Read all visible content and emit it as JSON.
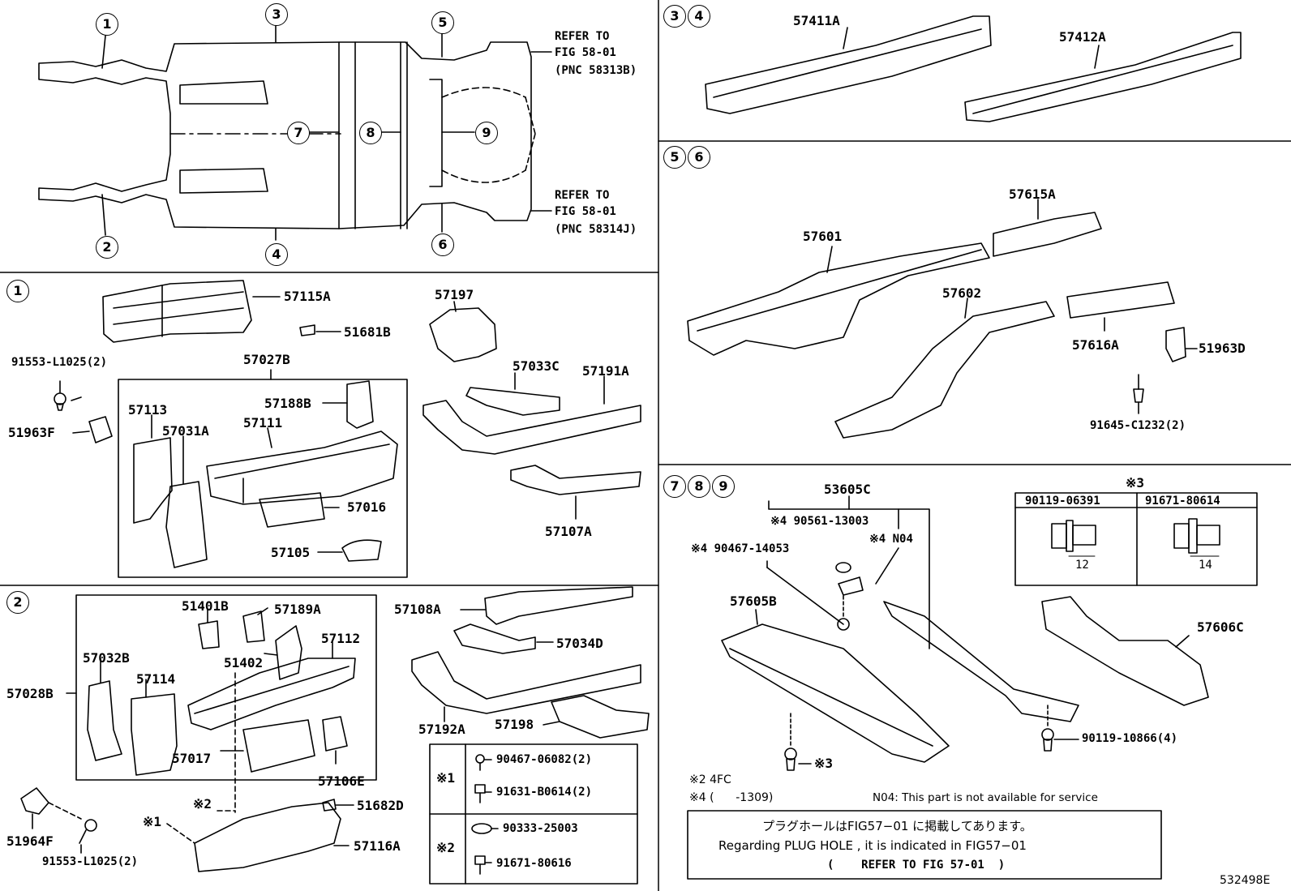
{
  "overview": {
    "callouts": [
      "1",
      "2",
      "3",
      "4",
      "5",
      "6",
      "7",
      "8",
      "9"
    ],
    "refer_upper": [
      "REFER TO",
      "FIG 58-01",
      "(PNC 58313B)"
    ],
    "refer_lower": [
      "REFER TO",
      "FIG 58-01",
      "(PNC 58314J)"
    ]
  },
  "section1": {
    "marker": [
      "1"
    ],
    "parts": {
      "p57115A": "57115A",
      "p51681B": "51681B",
      "p57197": "57197",
      "p91553a": "91553-L1025(2)",
      "p57027B": "57027B",
      "p51963F": "51963F",
      "p57113": "57113",
      "p57188B": "57188B",
      "p57031A": "57031A",
      "p57111": "57111",
      "p57033C": "57033C",
      "p57191A": "57191A",
      "p57016": "57016",
      "p57105": "57105",
      "p57107A": "57107A"
    }
  },
  "section2": {
    "marker": [
      "2"
    ],
    "parts": {
      "p51401B": "51401B",
      "p57189A": "57189A",
      "p57112": "57112",
      "p57032B": "57032B",
      "p51402": "51402",
      "p57114": "57114",
      "p57028B": "57028B",
      "p57017": "57017",
      "p57106E": "57106E",
      "p51682D": "51682D",
      "p57116A": "57116A",
      "p51964F": "51964F",
      "p91553b": "91553-L1025(2)",
      "p57108A": "57108A",
      "p57034D": "57034D",
      "p57192A": "57192A",
      "p57198": "57198",
      "x2": "※2",
      "x1": "※1"
    },
    "legend": {
      "k1": "※1",
      "k2": "※2",
      "r1": "90467-06082(2)",
      "r2": "91631-B0614(2)",
      "r3": "90333-25003",
      "r4": "91671-80616"
    }
  },
  "section34": {
    "marker": [
      "3",
      "4"
    ],
    "parts": {
      "p57411A": "57411A",
      "p57412A": "57412A"
    }
  },
  "section56": {
    "marker": [
      "5",
      "6"
    ],
    "parts": {
      "p57615A": "57615A",
      "p57601": "57601",
      "p57602": "57602",
      "p57616A": "57616A",
      "p51963D": "51963D",
      "p91645": "91645-C1232(2)"
    }
  },
  "section789": {
    "marker": [
      "7",
      "8",
      "9"
    ],
    "parts": {
      "p53605C": "53605C",
      "p90561": "※4 90561-13003",
      "pN04": "※4 N04",
      "p90467": "※4 90467-14053",
      "p57605B": "57605B",
      "p57606C": "57606C",
      "p90119b": "90119-10866(4)",
      "x3": "※3"
    },
    "bolt_table": {
      "ref": "※3",
      "col1": "90119-06391",
      "col2": "91671-80614",
      "dim1": "12",
      "dim2": "14"
    },
    "notes": {
      "n1": "※2 4FC",
      "n2": "※4 (      -1309)",
      "n3": "N04: This part is not available for service"
    },
    "plug_hole": {
      "jp": "プラグホールはFIG57−01 に掲載してあります。",
      "en": "Regarding PLUG HOLE , it is indicated in FIG57−01",
      "ref": "(    REFER TO FIG 57-01  )"
    }
  },
  "figure_id": "532498E"
}
